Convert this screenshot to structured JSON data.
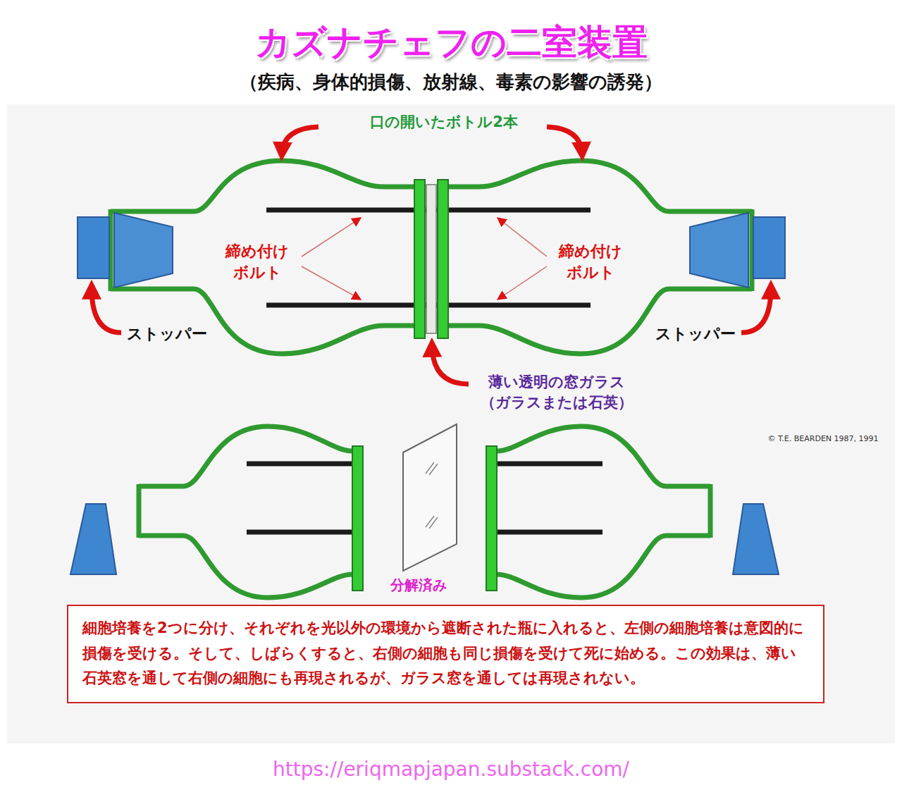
{
  "diagram": {
    "title": "カズナチェフの二室装置",
    "nodes": [
      {
        "text": [
          "細胞培養を2つに分け、それぞれを光以外の環境から遮断された瓶に入れると、左側の細胞培養は意図的に損傷を受ける。そして、しばらくすると、右側の細胞も同じ損傷を受けて死に始める。この効果は、薄い石英窓を通して右側の細胞にも再現されるが、ガラス窓を通しては再現されない。"
        ]
      }
    ],
    "labels": [
      "（疾病、身体的損傷、放射線、毒素の影響の誘発）",
      "口の開いたボトル2本",
      "締め付け ボルト",
      "締め付け ボルト",
      "ストッパー",
      "ストッパー",
      "薄い透明の窓ガラス （ガラスまたは石英）",
      "© T.E. BEARDEN 1987, 1991",
      "分解済み",
      "https://eriqmapjapan.substack.com/"
    ]
  }
}
